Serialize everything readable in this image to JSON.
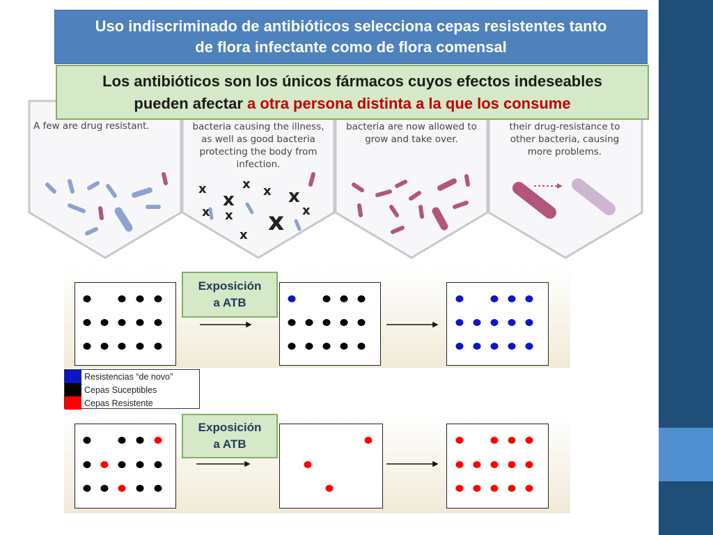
{
  "title": {
    "line1": "Uso indiscriminado de antibióticos selecciona cepas resistentes tanto",
    "line2": "de flora infectante como de flora comensal"
  },
  "subtitle": {
    "line1": "Los antibióticos son los únicos fármacos cuyos efectos indeseables",
    "line2_plain": "pueden afectar ",
    "line2_red": "a otra persona distinta a la que los consume"
  },
  "panels": [
    {
      "text": "A few are drug resistant."
    },
    {
      "text": [
        "bacteria causing the illness,",
        "as well as good bacteria",
        "protecting the body from",
        "infection."
      ]
    },
    {
      "text": [
        "bacteria are now allowed to",
        "grow and take over."
      ]
    },
    {
      "text": [
        "their drug-resistance to",
        "other bacteria, causing",
        "more problems."
      ]
    }
  ],
  "experiments": [
    {
      "label_line1": "Exposición",
      "label_line2": "a ATB"
    },
    {
      "label_line1": "Exposición",
      "label_line2": "a ATB"
    }
  ],
  "legend": [
    {
      "color": "#0b16c4",
      "label": "Resistencias “de novo”"
    },
    {
      "color": "#000000",
      "label": "Cepas Suceptibles"
    },
    {
      "color": "#ff0000",
      "label": "Cepas Resistente"
    }
  ],
  "colors": {
    "title_bg": "#4f81bd",
    "subtitle_bg": "#d5e8c8",
    "sidebar_dark": "#1f4e79",
    "sidebar_light": "#4f8fd0",
    "bacteria_blue": "#8ea2d2",
    "bacteria_pink": "#b4557e"
  }
}
